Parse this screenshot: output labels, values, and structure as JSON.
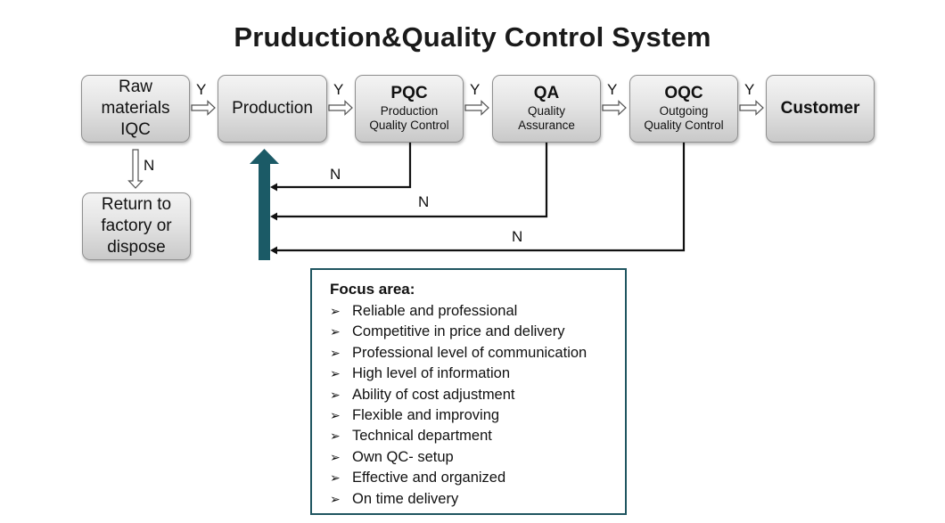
{
  "title": "Pruduction&Quality Control System",
  "nodes": {
    "raw": {
      "label": "Raw\nmaterials\nIQC"
    },
    "production": {
      "label": "Production"
    },
    "pqc": {
      "abbr": "PQC",
      "line1": "Production",
      "line2": "Quality Control"
    },
    "qa": {
      "abbr": "QA",
      "line1": "Quality",
      "line2": "Assurance"
    },
    "oqc": {
      "abbr": "OQC",
      "line1": "Outgoing",
      "line2": "Quality Control"
    },
    "customer": {
      "label": "Customer"
    },
    "return": {
      "label": "Return to\nfactory or\ndispose"
    }
  },
  "links": {
    "yes": "Y",
    "no": "N"
  },
  "colors": {
    "feedback_arrow": "#1b5a66",
    "focus_border": "#1f5560"
  },
  "focus": {
    "title": "Focus area:",
    "bullet": "➢",
    "items": [
      "Reliable and professional",
      "Competitive in price and delivery",
      "Professional level of communication",
      "High level of information",
      "Ability of cost adjustment",
      "Flexible and improving",
      "Technical department",
      "Own QC- setup",
      "Effective and organized",
      "On time delivery"
    ]
  }
}
